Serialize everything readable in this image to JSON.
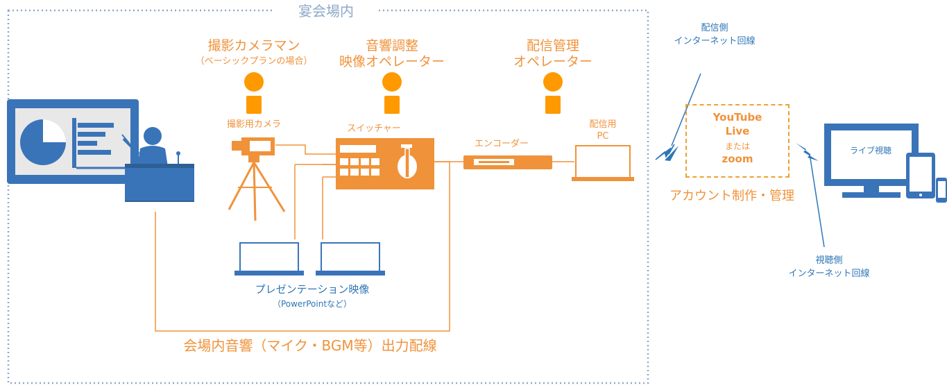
{
  "venue": {
    "title": "宴会場内"
  },
  "roles": {
    "camera": {
      "title": "撮影カメラマン",
      "note": "（ベーシックプランの場合）"
    },
    "audio": {
      "line1": "音響調整",
      "line2": "映像オペレーター"
    },
    "stream": {
      "line1": "配信管理",
      "line2": "オペレーター"
    }
  },
  "devices": {
    "camera": "撮影用カメラ",
    "switcher": "スイッチャー",
    "encoder": "エンコーダー",
    "stream_pc": {
      "line1": "配信用",
      "line2": "PC"
    }
  },
  "presentation": {
    "label": "プレゼンテーション映像",
    "note": "（PowerPointなど）"
  },
  "audio_output": "会場内音響（マイク・BGM等）出力配線",
  "platform": {
    "line1": "YouTube",
    "line2": "Live",
    "line3": "または",
    "line4": "zoom"
  },
  "account": "アカウント制作・管理",
  "sender_net": {
    "line1": "配信側",
    "line2": "インターネット回線"
  },
  "viewer_net": {
    "line1": "視聴側",
    "line2": "インターネット回線"
  },
  "viewer": {
    "label": "ライブ視聴"
  },
  "colors": {
    "orange": "#f0923a",
    "blue": "#2e75b6",
    "venue_border": "#8ea9c8"
  }
}
